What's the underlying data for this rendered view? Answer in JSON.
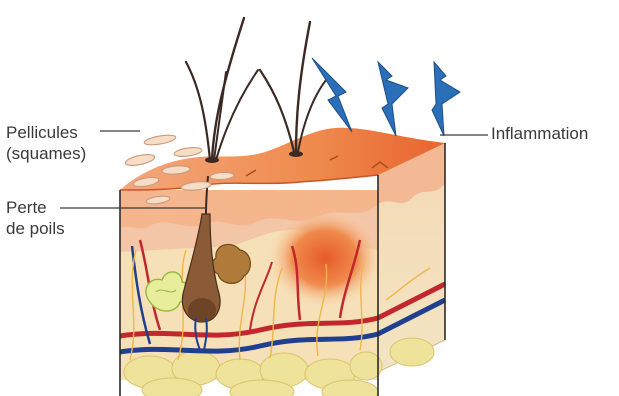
{
  "labels": {
    "pellicules": {
      "line1": "Pellicules",
      "line2": "(squames)"
    },
    "perte": {
      "line1": "Perte",
      "line2": "de poils"
    },
    "inflammation": "Inflammation"
  },
  "colors": {
    "epidermis_top": "#f0894a",
    "epidermis_front": "#f6c9a8",
    "dermis": "#f7e2b8",
    "inflammation": "#e9622f",
    "lightning": "#2a6fb8",
    "vein": "#1f3f8f",
    "artery": "#c2272d",
    "fat": "#efe29a",
    "hair": "#3b2a23",
    "text": "#3a3a3a"
  },
  "icons": {
    "lightning": "lightning-bolt-icon"
  }
}
